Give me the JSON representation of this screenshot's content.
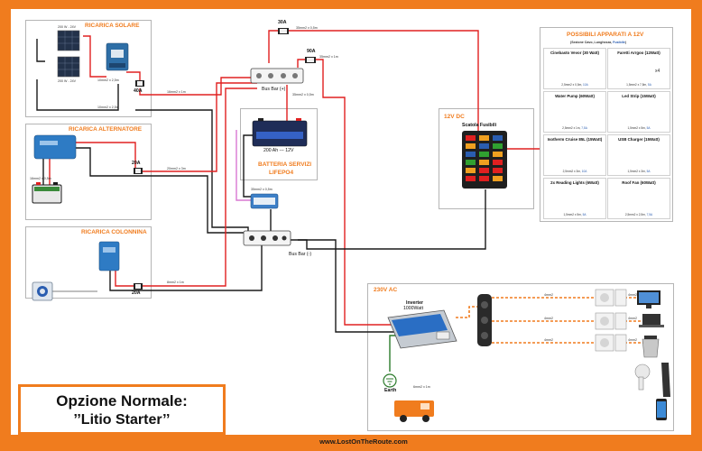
{
  "colors": {
    "frame": "#f07c1e",
    "positive": "#e02020",
    "negative": "#1a1a1a",
    "ac": "#f07c1e",
    "accent_blue": "#2a5db0"
  },
  "solar": {
    "title": "RICARICA SOLARE",
    "panel_1_label": "200 W - 24V",
    "panel_2_label": "200 W - 24V",
    "panel_wire": "10mm2 x 2,5m",
    "mppt_wire": "10mm2 x 2,5m",
    "fuse": "40A",
    "wire_to_bus": "16mm2 x 1m"
  },
  "alternatore": {
    "title": "RICARICA ALTERNATORE",
    "fuse": "20A",
    "wire": "20mm2 x 3m",
    "starter_wire": "16mm2 x 0,5m"
  },
  "colonnina": {
    "title": "RICARICA COLONNINA",
    "fuse": "20A",
    "wire": "8mm2 x 1m"
  },
  "fuses_top": {
    "f30": "30A",
    "f30_wire": "35mm2 x 0,5m",
    "f90": "90A",
    "f90_wire": "35mm2 x 1m"
  },
  "busbar_pos": {
    "label": "Bus Bar (+)",
    "wire": "35mm2 x 0,5m"
  },
  "busbar_neg": {
    "label": "Bus Bar (-)"
  },
  "shunt": {
    "wire": "35mm2 x 0,5m"
  },
  "battery": {
    "spec": "200 Ah --- 12V",
    "title_1": "BATTERIA SERVIZI",
    "title_2": "LIFEPO4"
  },
  "dc12": {
    "title": "12V DC",
    "fusebox": "Scatola Fusibili"
  },
  "possible": {
    "title": "POSSIBILI APPARATI A 12V",
    "subtitle_pre": "(Sezione Cavo, Lunghezza, ",
    "subtitle_fuse": "Fusibile",
    "subtitle_post": ")",
    "devices": [
      {
        "name": "Cinebasto Vevor (30 Watt)",
        "cable": "2,5mm2 x 0,5m, ",
        "fuse": "10A"
      },
      {
        "name": "Faretti Arrgoo (12Watt)",
        "cable": "1,5mm2 x 7,5m, ",
        "fuse": "5A",
        "extra": "x4"
      },
      {
        "name": "Water Pump (60Watt)",
        "cable": "2,5mm2 x 1m, ",
        "fuse": "7,5A"
      },
      {
        "name": "Led Strip (15Watt)",
        "cable": "1,5mm2 x 5m, ",
        "fuse": "5A"
      },
      {
        "name": "Isotherm Cruise 85L (15Watt)",
        "cable": "2,5mm2 x 3m, ",
        "fuse": "10A"
      },
      {
        "name": "USB Charger (15Watt)",
        "cable": "1,5mm2 x 3m, ",
        "fuse": "5A"
      },
      {
        "name": "2x Reading Lights (6Watt)",
        "cable": "1,5mm2 x 5m, ",
        "fuse": "5A"
      },
      {
        "name": "Roof Fan (60Watt)",
        "cable": "2,5mm2 x 2,5m, ",
        "fuse": "7,5A"
      }
    ]
  },
  "ac230": {
    "title": "230V AC",
    "inverter_1": "Inverter",
    "inverter_2": "1000Watt",
    "earth": "Earth",
    "earth_wire": "6mm2 x 1m",
    "ac_wire_1": "4mm2",
    "ac_wire_2": "4mm2",
    "ac_wire_3": "4mm2",
    "out_wire_1": "4mm2",
    "out_wire_2": "4mm2",
    "out_wire_3": "4mm2"
  },
  "option": {
    "line1": "Opzione Normale:",
    "line2": "’’Litio Starter’’"
  },
  "footer": "www.LostOnTheRoute.com"
}
